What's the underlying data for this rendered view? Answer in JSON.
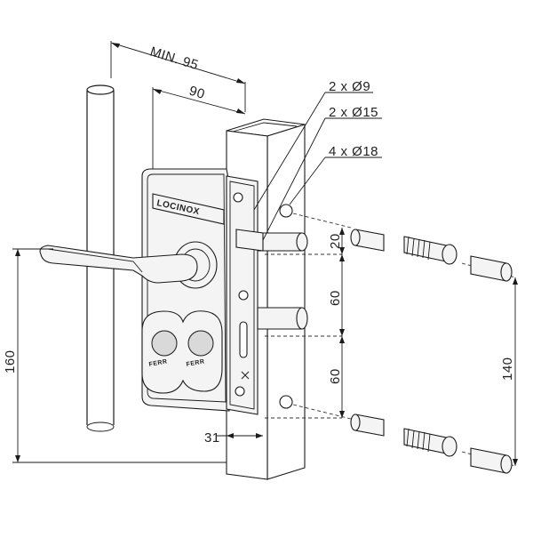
{
  "dimensions": {
    "min_width": "MIN. 95",
    "width": "90",
    "height_total": "160",
    "spacing_top": "20",
    "spacing_mid_1": "60",
    "spacing_mid_2": "60",
    "spacing_right": "140",
    "offset_bottom": "31"
  },
  "holes": {
    "d9": "2 x Ø9",
    "d15": "2 x Ø15",
    "d18": "4 x Ø18"
  },
  "brand": "LOCINOX",
  "cylinder_marks": [
    "FERR",
    "FERR"
  ]
}
